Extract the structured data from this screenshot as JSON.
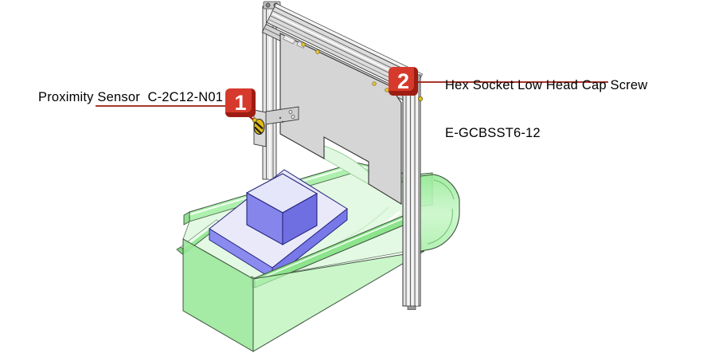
{
  "figure": {
    "type": "assembly-callout-diagram",
    "background": "#ffffff",
    "callout_line_color": "#9e1a10",
    "badge_color": "#d63a2c",
    "badge_text_color": "#ffffff",
    "callouts": [
      {
        "number": "1",
        "label": "Proximity Sensor  C-2C12-N01"
      },
      {
        "number": "2",
        "label_line1": "Hex Socket Low Head Cap Screw",
        "label_line2": "E-GCBSST6-12"
      }
    ],
    "scene_colors": {
      "conveyor_green": "#8de98d",
      "conveyor_light": "#e2f9e2",
      "guard_gray": "#d5d5d5",
      "pallet_blue": "#8585ec",
      "cube_top": "#e6e6fa",
      "aluminum": "#e4e4e4",
      "sensor_yellow": "#e0ba16"
    }
  }
}
